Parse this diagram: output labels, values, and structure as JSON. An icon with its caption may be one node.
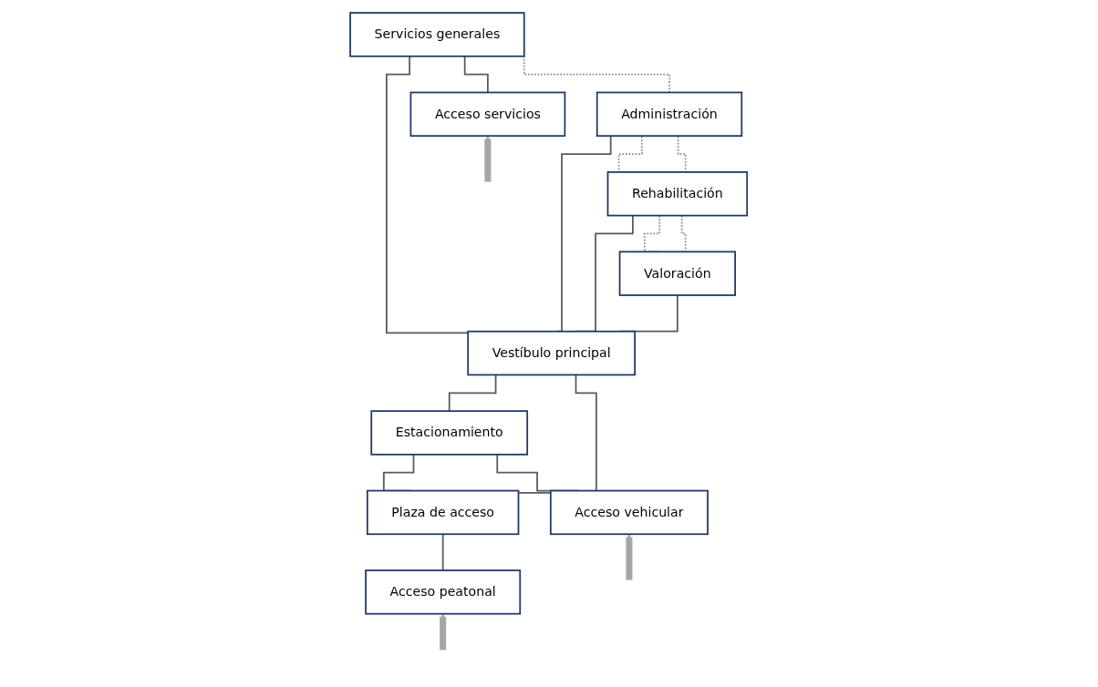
{
  "diagram": {
    "nodes": [
      {
        "text": [
          "Valoración"
        ]
      },
      {
        "text": [
          "Rehabilitación"
        ]
      },
      {
        "text": [
          "Administración"
        ]
      },
      {
        "text": [
          "Servicios generales"
        ]
      },
      {
        "text": [
          "Vestíbulo principal"
        ]
      },
      {
        "text": [
          "Estacionamiento"
        ]
      },
      {
        "text": [
          "Plaza de acceso"
        ]
      },
      {
        "text": [
          "Acceso vehicular"
        ]
      },
      {
        "text": [
          "Acceso peatonal"
        ]
      },
      {
        "text": [
          "Acceso servicios"
        ]
      }
    ],
    "edges": [
      {
        "from": 4,
        "to": 0,
        "arrow": "none"
      },
      {
        "from": 4,
        "to": 1,
        "arrow": "none"
      },
      {
        "from": 4,
        "to": 2,
        "arrow": "none"
      },
      {
        "from": 4,
        "to": 3,
        "arrow": "none"
      },
      {
        "from": 5,
        "to": 4,
        "arrow": "none"
      },
      {
        "from": 6,
        "to": 4,
        "arrow": "none"
      },
      {
        "from": 6,
        "to": 5,
        "arrow": "none"
      },
      {
        "from": 7,
        "to": 5,
        "arrow": "none"
      },
      {
        "from": 8,
        "to": 6,
        "arrow": "none"
      },
      {
        "from": 9,
        "to": 3,
        "arrow": "none"
      },
      {
        "from": 0,
        "to": 1,
        "arrow": "none",
        "style": "dashed",
        "color": "#8c8c8c"
      },
      {
        "from": 1,
        "to": 2,
        "arrow": "none",
        "style": "dashed",
        "color": "#8c8c8c"
      },
      {
        "from": 2,
        "to": 3,
        "arrow": "none",
        "style": "dashed",
        "color": "#8c8c8c"
      },
      {
        "from": 0,
        "to": 1,
        "arrow": "none",
        "style": "dashed",
        "color": "#8c8c8c"
      },
      {
        "from": 1,
        "to": 2,
        "arrow": "none",
        "style": "dashed",
        "color": "#8c8c8c"
      },
      {
        "from": null,
        "to": 7,
        "arrow": "to",
        "style": "thick",
        "color": "#a6a6a6"
      },
      {
        "from": null,
        "to": 8,
        "arrow": "to",
        "style": "thick",
        "color": "#a6a6a6"
      },
      {
        "from": null,
        "to": 9,
        "arrow": "to",
        "style": "thick",
        "color": "#a6a6a6"
      }
    ]
  }
}
